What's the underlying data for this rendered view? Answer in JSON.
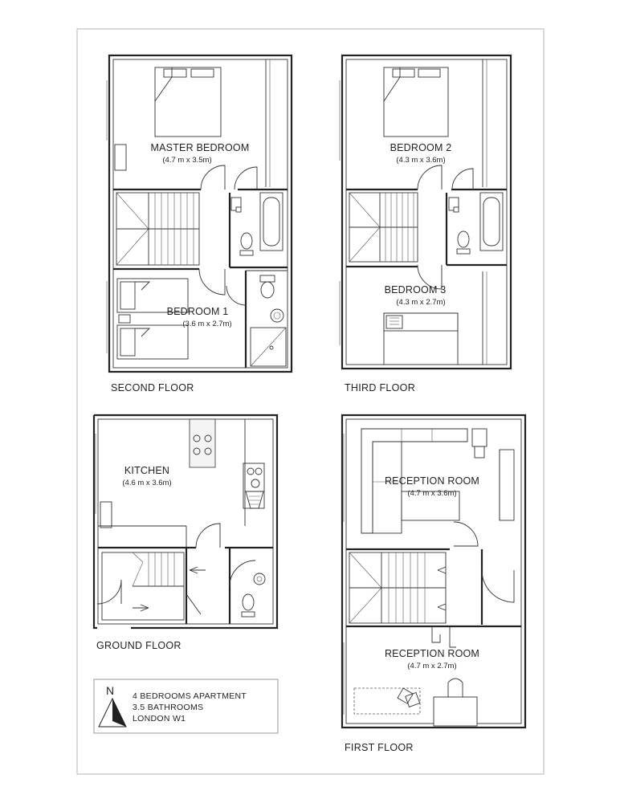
{
  "floors": {
    "second": {
      "label": "SECOND FLOOR",
      "master_bedroom": {
        "name": "MASTER BEDROOM",
        "dims": "(4.7 m x 3.5m)"
      },
      "bedroom_1": {
        "name": "BEDROOM 1",
        "dims": "(3.6 m x 2.7m)"
      }
    },
    "third": {
      "label": "THIRD FLOOR",
      "bedroom_2": {
        "name": "BEDROOM 2",
        "dims": "(4.3 m x 3.6m)"
      },
      "bedroom_3": {
        "name": "BEDROOM 3",
        "dims": "(4.3 m x 2.7m)"
      }
    },
    "ground": {
      "label": "GROUND FLOOR",
      "kitchen": {
        "name": "KITCHEN",
        "dims": "(4.6 m x 3.6m)"
      }
    },
    "first": {
      "label": "FIRST FLOOR",
      "reception_upper": {
        "name": "RECEPTION ROOM",
        "dims": "(4.7 m x 3.6m)"
      },
      "reception_lower": {
        "name": "RECEPTION ROOM",
        "dims": "(4.7 m x 2.7m)"
      }
    }
  },
  "legend": {
    "north": "N",
    "line1": "4 BEDROOMS APARTMENT",
    "line2": "3.5 BATHROOMS",
    "line3": "LONDON W1"
  }
}
